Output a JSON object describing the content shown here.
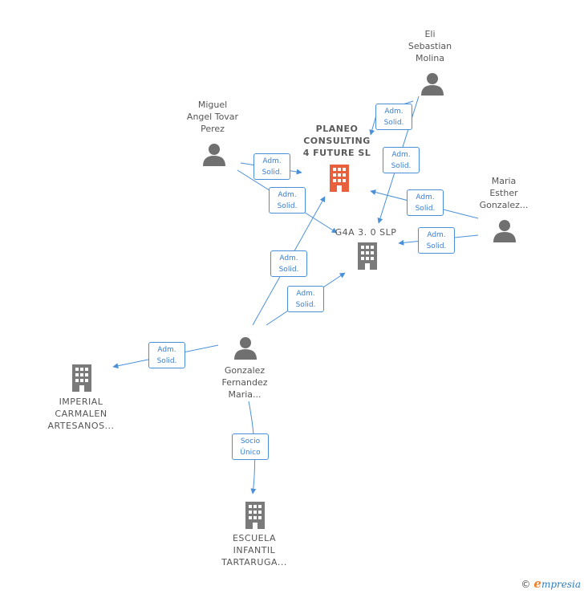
{
  "nodes": {
    "planeo": {
      "label": "PLANEO\nCONSULTING\n4 FUTURE  SL",
      "icon": "building-icon",
      "color": "#e8603c"
    },
    "g4a": {
      "label": "G4A 3. 0  SLP",
      "icon": "building-icon",
      "color": "#7a7a7a"
    },
    "imperial": {
      "label": "IMPERIAL\nCARMALEN\nARTESANOS...",
      "icon": "building-icon",
      "color": "#7a7a7a"
    },
    "escuela": {
      "label": "ESCUELA\nINFANTIL\nTARTARUGA...",
      "icon": "building-icon",
      "color": "#7a7a7a"
    },
    "eli": {
      "label": "Eli\nSebastian\nMolina",
      "icon": "person-icon"
    },
    "miguel": {
      "label": "Miguel\nAngel Tovar\nPerez",
      "icon": "person-icon"
    },
    "maria": {
      "label": "Maria\nEsther\nGonzalez...",
      "icon": "person-icon"
    },
    "gonzalez": {
      "label": "Gonzalez\nFernandez\nMaria...",
      "icon": "person-icon"
    }
  },
  "badges": {
    "eli_planeo": [
      "Adm.",
      "Solid."
    ],
    "eli_g4a": [
      "Adm.",
      "Solid."
    ],
    "miguel_planeo": [
      "Adm.",
      "Solid."
    ],
    "miguel_g4a": [
      "Adm.",
      "Solid."
    ],
    "maria_planeo": [
      "Adm.",
      "Solid."
    ],
    "maria_g4a": [
      "Adm.",
      "Solid."
    ],
    "gonzalez_planeo": [
      "Adm.",
      "Solid."
    ],
    "gonzalez_g4a": [
      "Adm.",
      "Solid."
    ],
    "gonzalez_imperial": [
      "Adm.",
      "Solid."
    ],
    "gonzalez_escuela": [
      "Socio",
      "Único"
    ]
  },
  "colors": {
    "edge": "#4a90d9",
    "person": "#707070"
  },
  "footer": {
    "copyright": "©",
    "brand_initial": "e",
    "brand_rest": "mpresia"
  }
}
